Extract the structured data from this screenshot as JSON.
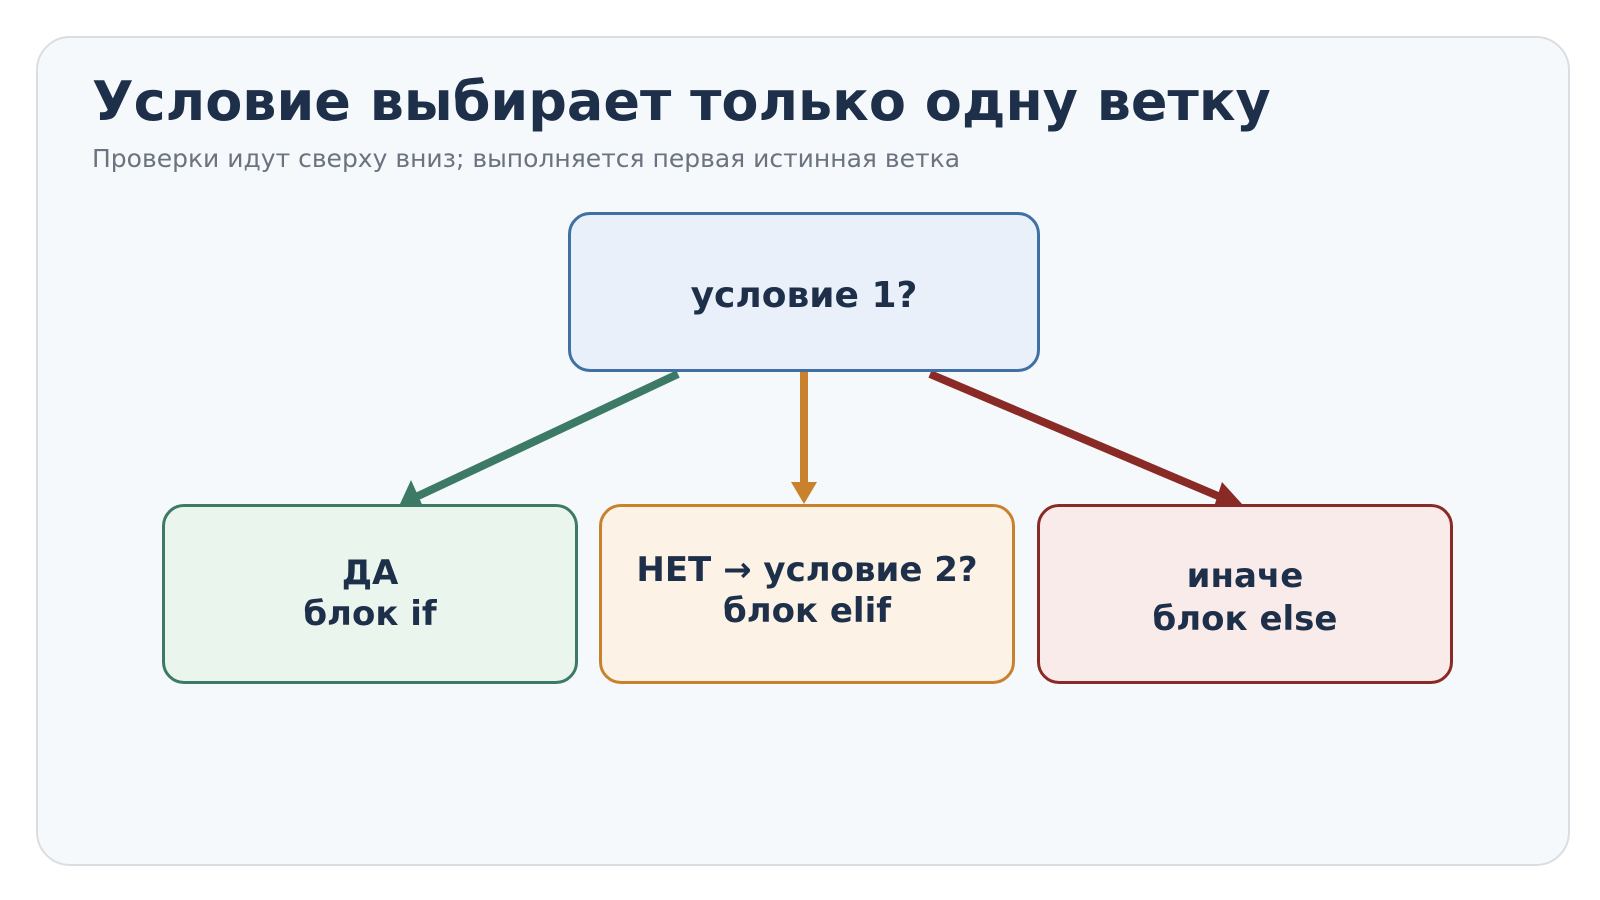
{
  "header": {
    "title": "Условие выбирает только одну ветку",
    "subtitle": "Проверки идут сверху вниз; выполняется первая истинная ветка"
  },
  "diagram": {
    "condition": {
      "label": "условие 1?"
    },
    "branches": [
      {
        "line1": "ДА",
        "line2": "блок if",
        "color": "#3c7a66"
      },
      {
        "line1": "НЕТ → условие 2?",
        "line2": "блок elif",
        "color": "#c8822e"
      },
      {
        "line1": "иначе",
        "line2": "блок else",
        "color": "#8a2a26"
      }
    ]
  },
  "colors": {
    "title": "#1e2f4a",
    "subtitle": "#6b7280",
    "condition_border": "#3f6fa3",
    "condition_fill": "#e9f0fa",
    "card_background": "#f5f9fb"
  }
}
